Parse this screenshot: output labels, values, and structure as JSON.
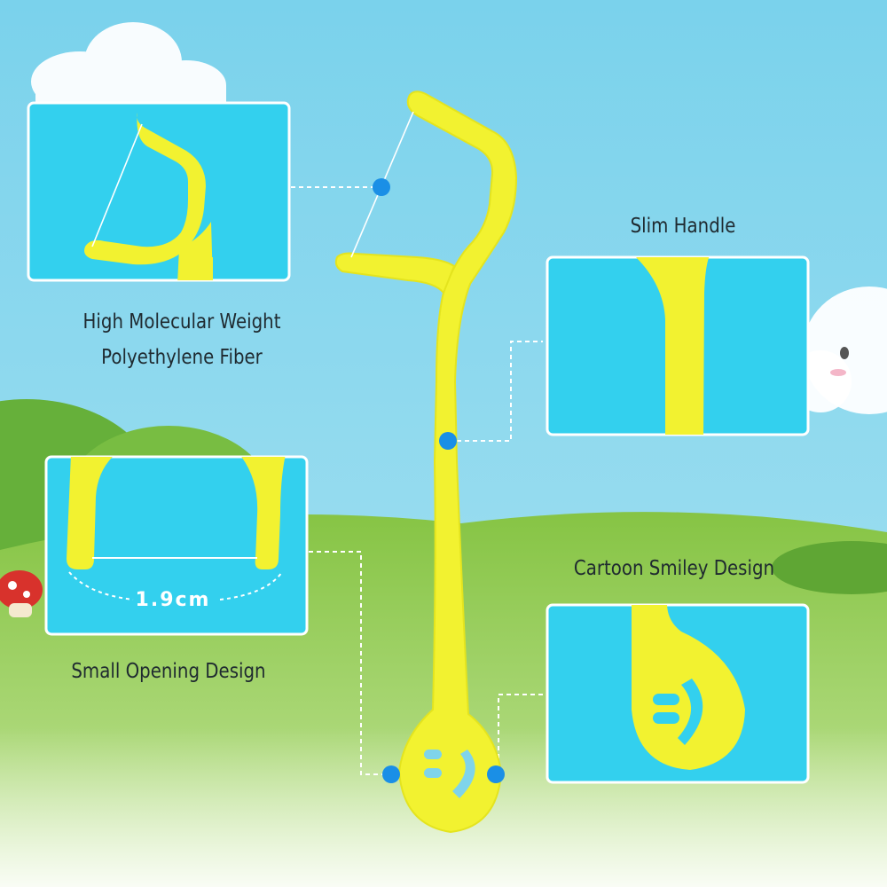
{
  "callouts": {
    "fiber": {
      "line1": "High Molecular Weight",
      "line2": "Polyethylene Fiber"
    },
    "handle": {
      "label": "Slim Handle"
    },
    "opening": {
      "label": "Small Opening Design",
      "measurement": "1.9cm"
    },
    "smiley": {
      "label": "Cartoon Smiley Design"
    }
  },
  "colors": {
    "sky": "#7fd4ea",
    "grass": "#7cbb3c",
    "panel": "#33d0ee",
    "pick": "#f2f230",
    "marker": "#1a8fe6",
    "text": "#1f2a30"
  }
}
